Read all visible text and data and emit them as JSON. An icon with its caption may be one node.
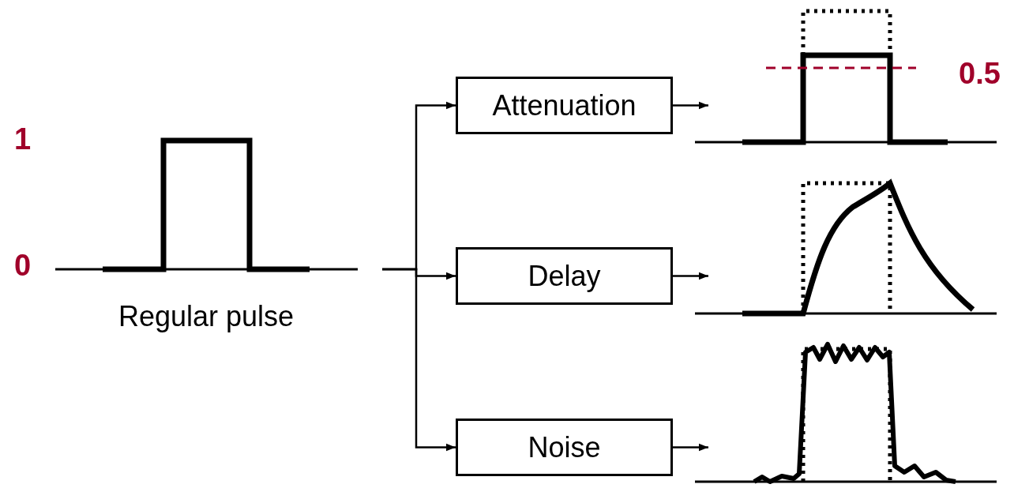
{
  "diagram": {
    "nodes": [
      {
        "text": [],
        "shape": "picture",
        "beside": [
          "Regular pulse"
        ]
      },
      {
        "text": [
          "Attenuation"
        ]
      },
      {
        "text": [
          "Delay"
        ]
      },
      {
        "text": [
          "Noise"
        ]
      },
      {
        "text": [],
        "shape": "picture"
      },
      {
        "text": [],
        "shape": "picture"
      },
      {
        "text": [],
        "shape": "picture"
      }
    ],
    "edges": [
      {
        "from": 0,
        "to": 1,
        "arrow": "to"
      },
      {
        "from": 0,
        "to": 2,
        "arrow": "to"
      },
      {
        "from": 0,
        "to": 3,
        "arrow": "to"
      },
      {
        "from": 1,
        "to": 4,
        "arrow": "to"
      },
      {
        "from": 2,
        "to": 5,
        "arrow": "to"
      },
      {
        "from": 3,
        "to": 6,
        "arrow": "to"
      }
    ],
    "labels": [
      "1",
      "0",
      "0.5"
    ]
  }
}
